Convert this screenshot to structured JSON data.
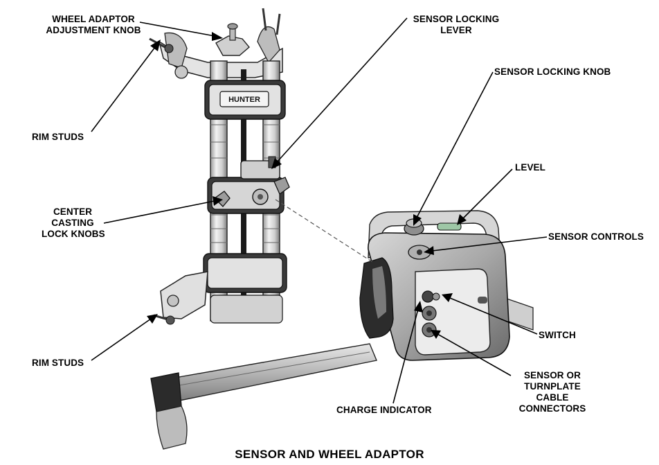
{
  "caption": "SENSOR AND WHEEL ADAPTOR",
  "brand_plate": "HUNTER",
  "labels": {
    "wheel_adaptor_adjustment_knob": [
      "WHEEL ADAPTOR",
      "ADJUSTMENT KNOB"
    ],
    "rim_studs_top": "RIM STUDS",
    "center_casting_lock_knobs": [
      "CENTER",
      "CASTING",
      "LOCK KNOBS"
    ],
    "rim_studs_bottom": "RIM STUDS",
    "sensor_locking_lever": [
      "SENSOR LOCKING",
      "LEVER"
    ],
    "sensor_locking_knob": "SENSOR LOCKING KNOB",
    "level": "LEVEL",
    "sensor_controls": "SENSOR CONTROLS",
    "switch": "SWITCH",
    "sensor_or_turnplate_cable_connectors": [
      "SENSOR OR",
      "TURNPLATE",
      "CABLE",
      "CONNECTORS"
    ],
    "charge_indicator": "CHARGE INDICATOR"
  }
}
